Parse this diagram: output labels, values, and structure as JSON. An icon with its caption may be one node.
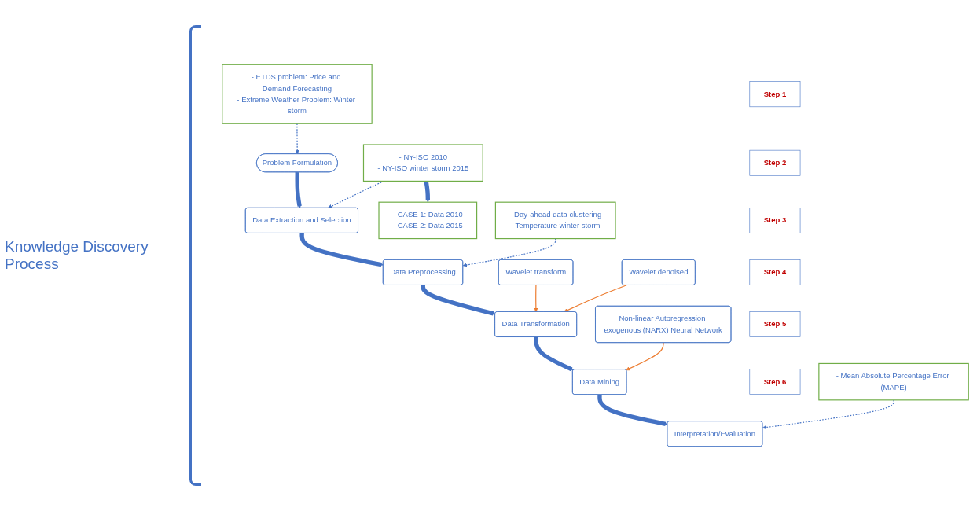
{
  "diagram": {
    "nodes": [
      {
        "text": [
          "Step 1"
        ]
      },
      {
        "text": [
          "Problem Formulation"
        ]
      },
      {
        "text": [
          "- ETDS problem: Price and Demand Forecasting",
          "- Extreme Weather Problem: Winter storm"
        ]
      },
      {
        "text": [
          "Step 2"
        ]
      },
      {
        "text": [
          "Data Extraction and Selection"
        ]
      },
      {
        "text": [
          "- NY-ISO 2010",
          "- NY-ISO winter storm 2015"
        ]
      },
      {
        "text": [
          "- CASE 1: Data 2010",
          "- CASE 2: Data 2015"
        ]
      },
      {
        "text": [
          "Step 3"
        ]
      },
      {
        "text": [
          "Data Preprocessing"
        ]
      },
      {
        "text": [
          "- Day-ahead data clustering",
          "- Temperature winter storm"
        ]
      },
      {
        "text": [
          "Step 4"
        ]
      },
      {
        "text": [
          "Data Transformation"
        ]
      },
      {
        "text": [
          "Wavelet transform"
        ]
      },
      {
        "text": [
          "Wavelet denoised"
        ]
      },
      {
        "text": [
          "Step 5"
        ]
      },
      {
        "text": [
          "Data Mining"
        ]
      },
      {
        "text": [
          "Non-linear Autoregression exogenous (NARX) Neural Network"
        ]
      },
      {
        "text": [
          "Step 6"
        ]
      },
      {
        "text": [
          "Interpretation/Evaluation"
        ]
      },
      {
        "text": [
          "- Mean Absolute Percentage Error (MAPE)"
        ]
      }
    ],
    "edges": [
      {
        "from": 1,
        "to": 4,
        "arrow": "to",
        "style": "thick"
      },
      {
        "from": 4,
        "to": 8,
        "arrow": "to",
        "style": "thick"
      },
      {
        "from": 8,
        "to": 11,
        "arrow": "to",
        "style": "thick"
      },
      {
        "from": 11,
        "to": 15,
        "arrow": "to",
        "style": "thick"
      },
      {
        "from": 15,
        "to": 18,
        "arrow": "to",
        "style": "thick"
      },
      {
        "from": 2,
        "to": 1,
        "arrow": "to",
        "style": "dashed"
      },
      {
        "from": 5,
        "to": 4,
        "arrow": "to",
        "style": "dashed"
      },
      {
        "from": 5,
        "to": 6,
        "arrow": "to",
        "style": "thick"
      },
      {
        "from": 9,
        "to": 8,
        "arrow": "to",
        "style": "dashed"
      },
      {
        "from": 12,
        "to": 11,
        "arrow": "to",
        "color": "#ed7d31"
      },
      {
        "from": 13,
        "to": 11,
        "arrow": "to",
        "color": "#ed7d31"
      },
      {
        "from": 16,
        "to": 15,
        "arrow": "to",
        "color": "#ed7d31"
      },
      {
        "from": 19,
        "to": 18,
        "arrow": "to",
        "style": "dashed"
      }
    ],
    "labels": [
      "Knowledge Discovery Process"
    ]
  }
}
